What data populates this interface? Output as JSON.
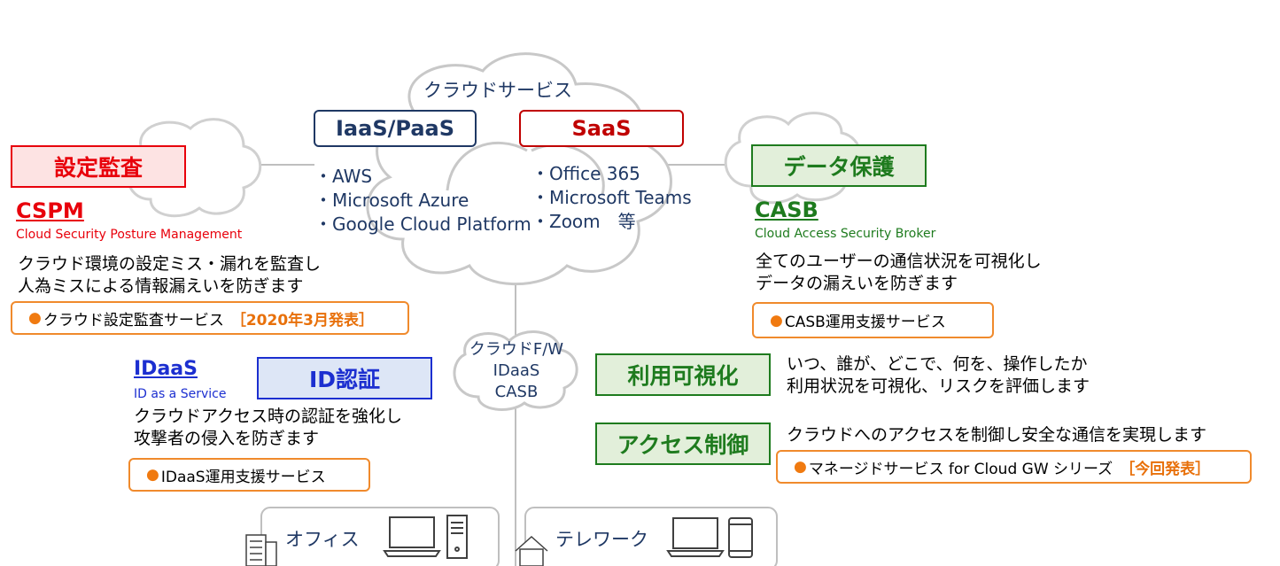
{
  "cloud_title": "クラウドサービス",
  "iaas": {
    "label": "IaaS/PaaS",
    "items": [
      "・AWS",
      "・Microsoft Azure",
      "・Google Cloud Platform"
    ]
  },
  "saas": {
    "label": "SaaS",
    "items": [
      "・Office 365",
      "・Microsoft Teams",
      "・Zoom　等"
    ]
  },
  "left_audit": {
    "heading": "設定監査",
    "acronym": "CSPM",
    "fullname": "Cloud Security Posture Management",
    "desc1": "クラウド環境の設定ミス・漏れを監査し",
    "desc2": "人為ミスによる情報漏えいを防ぎます",
    "service": "クラウド設定監査サービス",
    "release": "［2020年3月発表］"
  },
  "right_protect": {
    "heading": "データ保護",
    "acronym": "CASB",
    "fullname": "Cloud Access Security Broker",
    "desc1": "全てのユーザーの通信状況を可視化し",
    "desc2": "データの漏えいを防ぎます",
    "service": "CASB運用支援サービス"
  },
  "idaas": {
    "acronym": "IDaaS",
    "fullname": "ID as a Service",
    "heading": "ID認証",
    "desc1": "クラウドアクセス時の認証を強化し",
    "desc2": "攻撃者の侵入を防ぎます",
    "service": "IDaaS運用支援サービス"
  },
  "center_cloud": {
    "line1": "クラウドF/W",
    "line2": "IDaaS",
    "line3": "CASB"
  },
  "visibility": {
    "heading": "利用可視化",
    "desc1": "いつ、誰が、どこで、何を、操作したか",
    "desc2": "利用状況を可視化、リスクを評価します"
  },
  "access": {
    "heading": "アクセス制御",
    "desc": "クラウドへのアクセスを制御し安全な通信を実現します",
    "service": "マネージドサービス for Cloud GW シリーズ",
    "release": "［今回発表］"
  },
  "bottom": {
    "office": "オフィス",
    "telework": "テレワーク"
  },
  "bullet": "●",
  "colors": {
    "navy": "#1f3864",
    "red": "#e8000b",
    "green": "#1e7b1e",
    "orange": "#f08a2c",
    "blue": "#1c2fd0"
  }
}
